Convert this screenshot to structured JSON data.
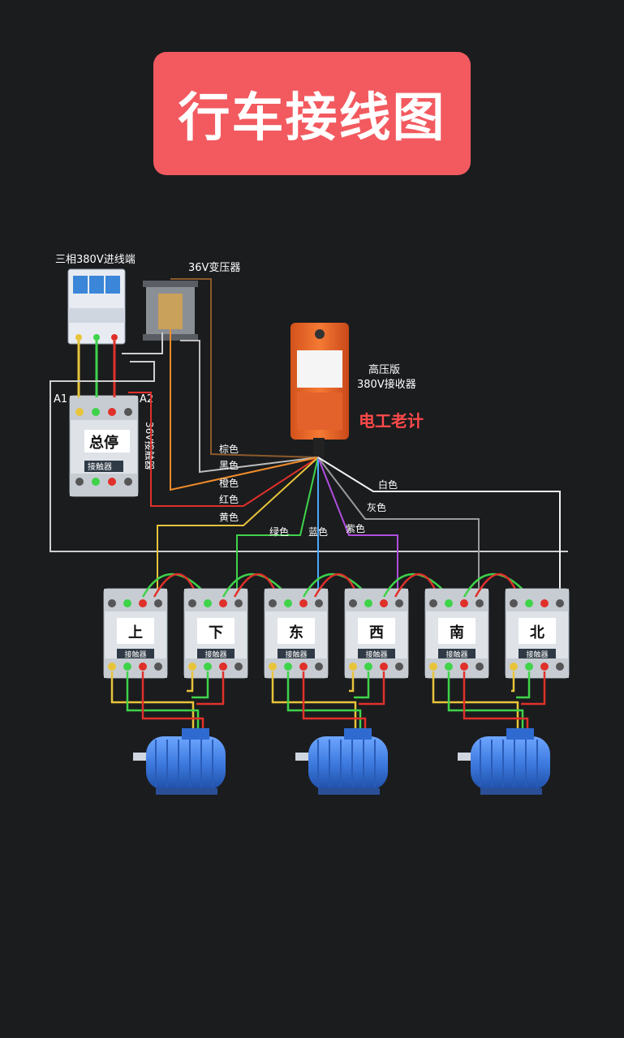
{
  "title": "行车接线图",
  "watermark": "电工老计",
  "labels": {
    "breaker": "三相380V进线端",
    "transformer": "36V变压器",
    "receiver": "高压版\n380V接收器",
    "receiver_line1": "高压版",
    "receiver_line2": "380V接收器",
    "a1": "A1",
    "a2": "A2",
    "main_contactor_name": "总停",
    "contactor_label": "接触器",
    "side_label": "36V接触器"
  },
  "wires": [
    {
      "label": "棕色",
      "color": "#8b5a2b"
    },
    {
      "label": "黑色",
      "color": "#bdbdbd"
    },
    {
      "label": "橙色",
      "color": "#f08c2a"
    },
    {
      "label": "红色",
      "color": "#e0302a"
    },
    {
      "label": "黄色",
      "color": "#e8c43a"
    },
    {
      "label": "绿色",
      "color": "#3fd34a"
    },
    {
      "label": "蓝色",
      "color": "#4aa8ff"
    },
    {
      "label": "紫色",
      "color": "#b04ee0"
    },
    {
      "label": "灰色",
      "color": "#9a9a9a"
    },
    {
      "label": "白色",
      "color": "#f2f2f2"
    }
  ],
  "contactors": [
    "上",
    "下",
    "东",
    "西",
    "南",
    "北"
  ],
  "colors": {
    "title_bg": "#f25a5f",
    "background": "#1b1c1e",
    "receiver_orange": "#f0672a",
    "motor_blue": "#3e7be0",
    "watermark_red": "#ff4a4a"
  }
}
